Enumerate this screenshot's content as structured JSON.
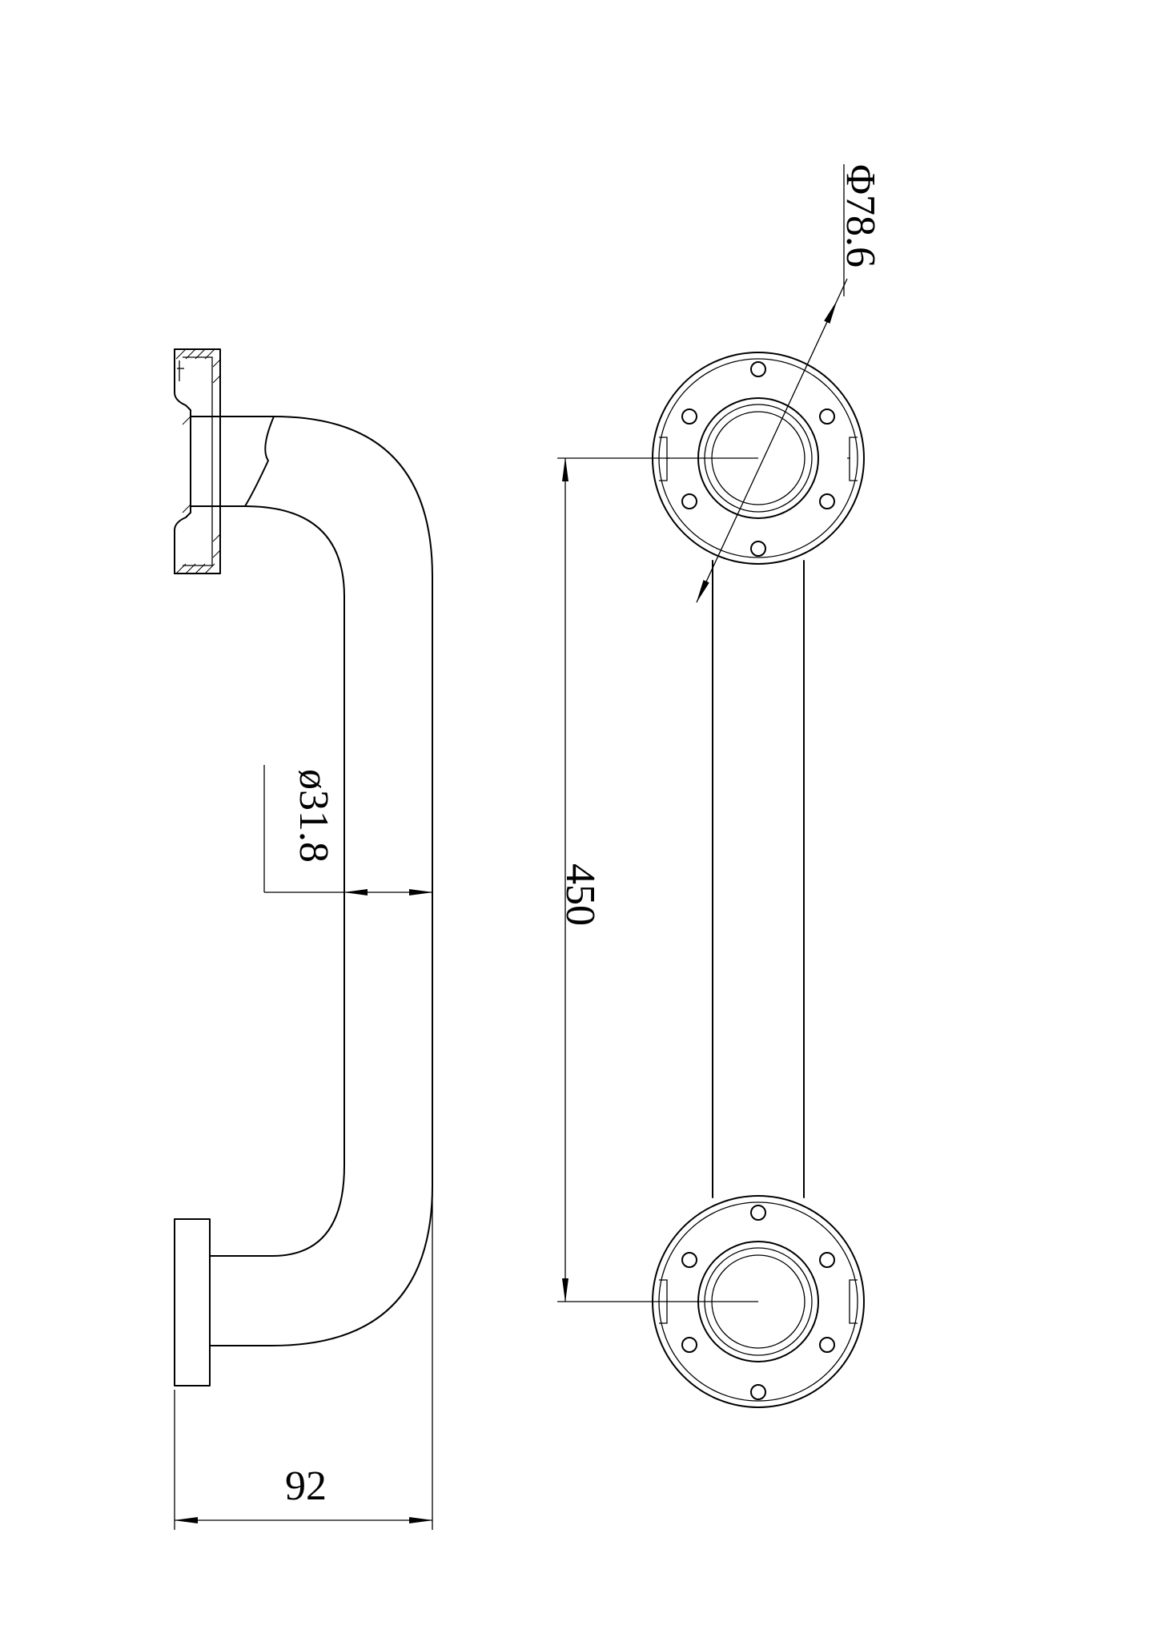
{
  "dimensions": {
    "depth": "92",
    "tube_diameter": "ø31.8",
    "length": "450",
    "flange_diameter": "Φ78.6"
  },
  "colors": {
    "line": "#000000",
    "background": "#ffffff"
  }
}
